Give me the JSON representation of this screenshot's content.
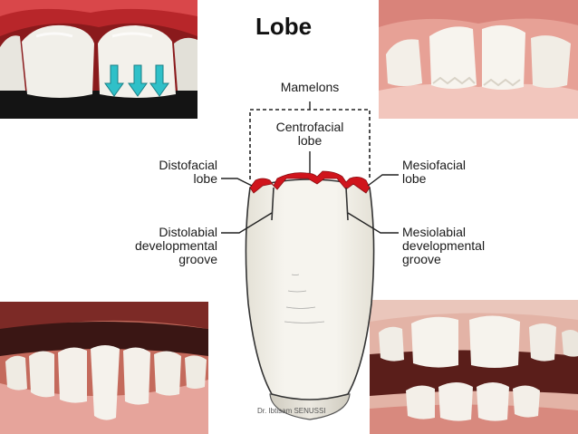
{
  "slide": {
    "title": "Lobe",
    "footer": "Dr. Ibtisam SENUSSI"
  },
  "diagram": {
    "labels": {
      "mamelons": "Mamelons",
      "centrofacial_1": "Centrofacial",
      "centrofacial_2": "lobe",
      "distofacial_1": "Distofacial",
      "distofacial_2": "lobe",
      "mesiofacial_1": "Mesiofacial",
      "mesiofacial_2": "lobe",
      "distolabial_1": "Distolabial",
      "distolabial_2": "developmental",
      "distolabial_3": "groove",
      "mesiolabial_1": "Mesiolabial",
      "mesiolabial_2": "developmental",
      "mesiolabial_3": "groove"
    },
    "accent_color": "#d0141c",
    "arrow_color": "#2fc0c8"
  },
  "photos": {
    "top_left": "incisor-closeup-photo",
    "top_right": "child-teeth-mamelons-photo",
    "bottom_left": "lower-teeth-gum-photo",
    "bottom_right": "child-open-mouth-photo"
  }
}
